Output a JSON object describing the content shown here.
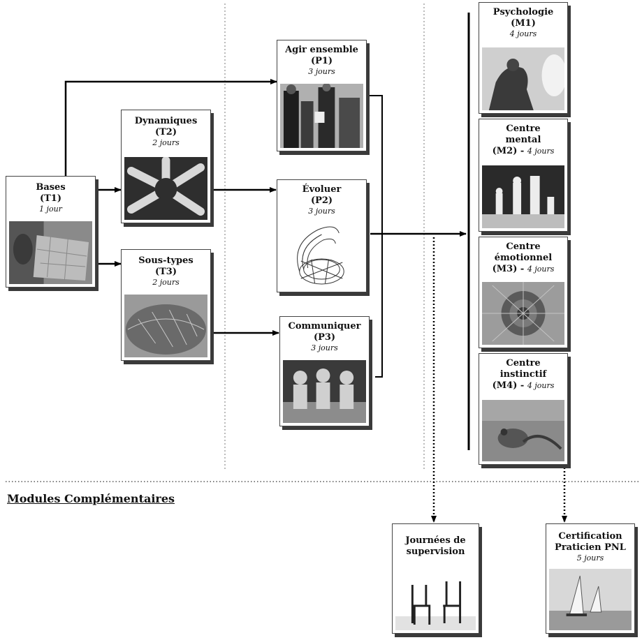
{
  "cards": {
    "t1": {
      "line1": "Bases",
      "line2": "(T1)",
      "duration": "1 jour"
    },
    "t2": {
      "line1": "Dynamiques",
      "line2": "(T2)",
      "duration": "2 jours"
    },
    "t3": {
      "line1": "Sous-types",
      "line2": "(T3)",
      "duration": "2 jours"
    },
    "p1": {
      "line1": "Agir ensemble",
      "line2": "(P1)",
      "duration": "3 jours"
    },
    "p2": {
      "line1": "Évoluer",
      "line2": "(P2)",
      "duration": "3 jours"
    },
    "p3": {
      "line1": "Communiquer",
      "line2": "(P3)",
      "duration": "3 jours"
    },
    "m1": {
      "line1": "Psychologie",
      "line2": "(M1)",
      "duration": "4 jours"
    },
    "m2": {
      "line1": "Centre",
      "line2": "mental",
      "line3": "(M2) -",
      "duration": "4 jours"
    },
    "m3": {
      "line1": "Centre",
      "line2": "émotionnel",
      "line3": "(M3) -",
      "duration": "4 jours"
    },
    "m4": {
      "line1": "Centre",
      "line2": "instinctif",
      "line3": "(M4) -",
      "duration": "4 jours"
    },
    "supervision": {
      "line1": "Journées de",
      "line2": "supervision"
    },
    "certification": {
      "line1": "Certification",
      "line2": "Praticien PNL",
      "duration": "5 jours"
    }
  },
  "modules_title": "Modules Complémentaires",
  "images": {
    "t1": "map-photo",
    "t2": "joined-hands-photo",
    "t3": "leaf-texture-photo",
    "p1": "business-group-photo",
    "p2": "wireframe-spiral",
    "p3": "children-photo",
    "m1": "thinker-statue-photo",
    "m2": "chess-pieces-photo",
    "m3": "flower-texture-photo",
    "m4": "frog-photo",
    "supervision": "two-chairs-photo",
    "certification": "sailboats-photo"
  },
  "colors": {
    "line": "#000000",
    "shadow": "#3a3a3a",
    "divider": "#777777"
  }
}
